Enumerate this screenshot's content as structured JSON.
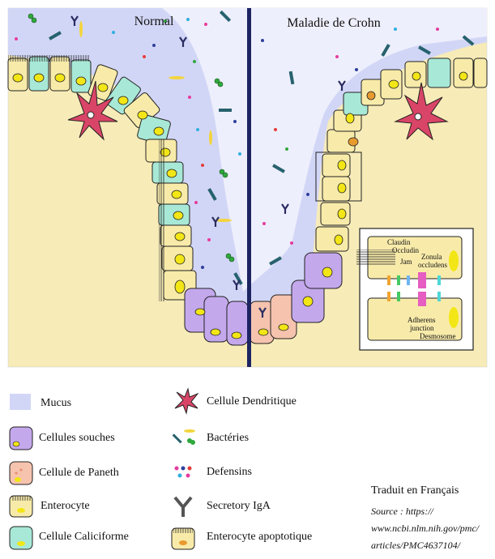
{
  "panels": {
    "left_title": "Normal",
    "right_title": "Maladie de Crohn"
  },
  "inset": {
    "claudin": "Claudin",
    "occludin": "Occludin",
    "jam": "Jam",
    "zonula": "Zonula",
    "occludens": "occludens",
    "adherens": "Adherens",
    "junction": "junction",
    "desmosome": "Desmosome"
  },
  "legend": {
    "mucus": "Mucus",
    "stem_cells": "Cellules souches",
    "paneth": "Cellule de Paneth",
    "enterocyte": "Enterocyte",
    "goblet": "Cellule Caliciforme",
    "dendritic": "Cellule Dendritique",
    "bacteria": "Bactéries",
    "defensins": "Defensins",
    "iga": "Secretory IgA",
    "apoptotic": "Enterocyte apoptotique"
  },
  "credit": {
    "translated": "Traduit en Français",
    "source_line1": "Source : https://",
    "source_line2": "www.ncbi.nlm.nih.gov/pmc/",
    "source_line3": "articles/PMC4637104/"
  },
  "colors": {
    "background_tissue": "#f7ebb8",
    "mucus": "#d2d6f6",
    "lumen": "#f1f2fd",
    "enterocyte": "#f8ebaa",
    "goblet": "#a8e8d6",
    "stem": "#c4a8ec",
    "paneth": "#f6c3ae",
    "nucleus": "#f3e616",
    "dendritic": "#d94567",
    "bacteria": "#26626e",
    "iga": "#2a2d60",
    "divider": "#1d2462"
  }
}
